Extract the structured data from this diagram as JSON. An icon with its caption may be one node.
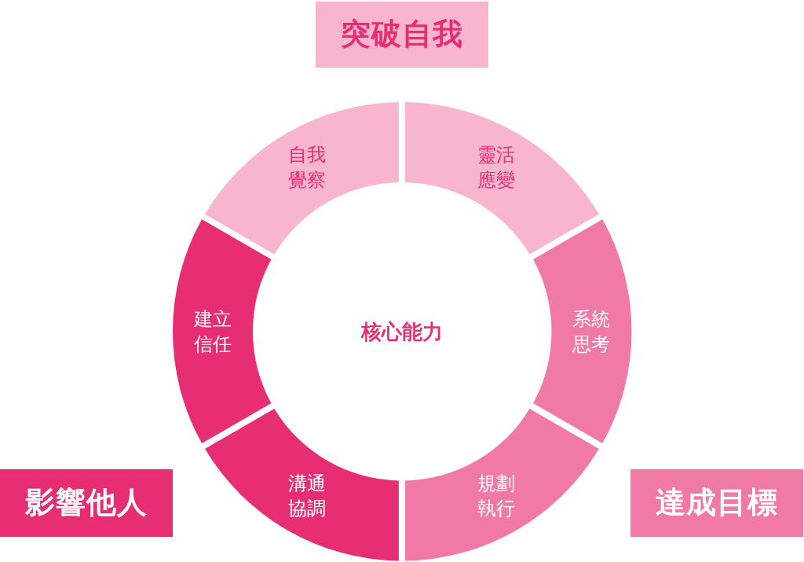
{
  "diagram": {
    "nodes": [
      {
        "text": [
          "突破自我"
        ]
      },
      {
        "text": [
          "自我覺察"
        ]
      },
      {
        "text": [
          "靈活應變"
        ]
      },
      {
        "text": [
          "建立信任"
        ]
      },
      {
        "text": [
          "核心能力"
        ]
      },
      {
        "text": [
          "系統思考"
        ]
      },
      {
        "text": [
          "溝通協調"
        ]
      },
      {
        "text": [
          "規劃執行"
        ]
      },
      {
        "text": [
          "影響他人"
        ]
      },
      {
        "text": [
          "達成目標"
        ]
      }
    ]
  }
}
